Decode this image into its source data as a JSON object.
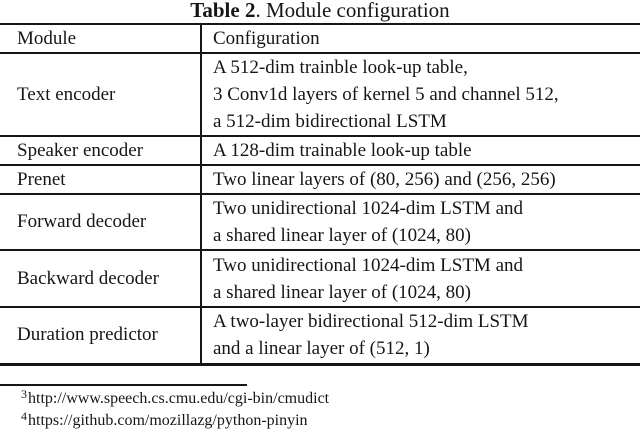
{
  "caption": {
    "label": "Table 2",
    "text": ". Module configuration"
  },
  "table": {
    "headers": [
      "Module",
      "Configuration"
    ],
    "rows": [
      {
        "module": "Text encoder",
        "config_lines": [
          "A 512-dim trainble look-up table,",
          "3 Conv1d layers of kernel 5 and channel 512,",
          "a 512-dim bidirectional LSTM"
        ]
      },
      {
        "module": "Speaker encoder",
        "config_lines": [
          "A 128-dim trainable look-up table"
        ]
      },
      {
        "module": "Prenet",
        "config_lines": [
          "Two linear layers of (80, 256) and (256, 256)"
        ]
      },
      {
        "module": "Forward decoder",
        "config_lines": [
          "Two unidirectional 1024-dim LSTM and",
          "a shared linear layer of (1024, 80)"
        ]
      },
      {
        "module": "Backward decoder",
        "config_lines": [
          "Two unidirectional 1024-dim LSTM and",
          "a shared linear layer of (1024, 80)"
        ]
      },
      {
        "module": "Duration predictor",
        "config_lines": [
          "A two-layer bidirectional 512-dim LSTM",
          "and a linear layer of (512, 1)"
        ]
      }
    ]
  },
  "footnotes": [
    {
      "marker": "3",
      "text": "http://www.speech.cs.cmu.edu/cgi-bin/cmudict"
    },
    {
      "marker": "4",
      "text": "https://github.com/mozillazg/python-pinyin"
    }
  ],
  "colors": {
    "text": "#161616",
    "background": "#ffffff",
    "rule": "#161616"
  }
}
